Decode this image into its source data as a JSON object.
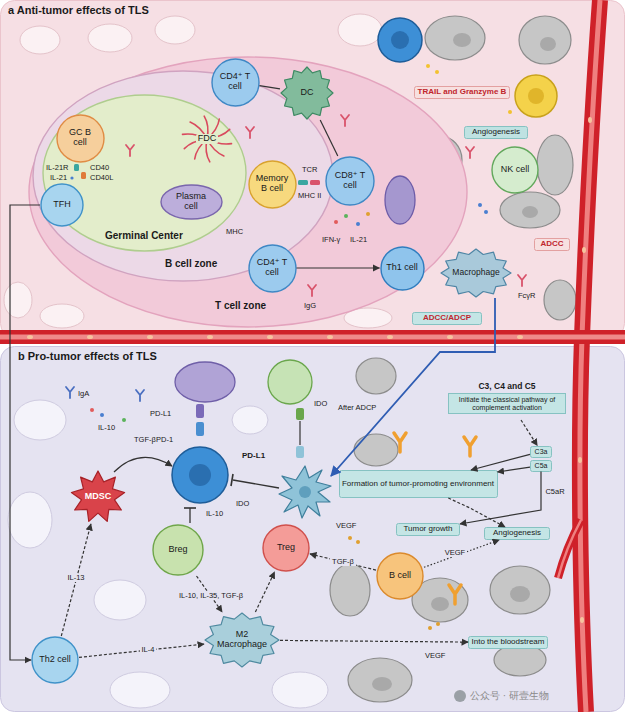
{
  "diagram": {
    "nodes": [
      {
        "text": [
          "a Anti-tumor effects of TLS"
        ]
      },
      {
        "text": [
          "T cell zone"
        ],
        "in": 0
      },
      {
        "text": [
          "B cell zone"
        ],
        "in": 1
      },
      {
        "text": [
          "Germinal Center"
        ],
        "in": 2
      },
      {
        "text": [
          "GC B cell"
        ],
        "in": 3
      },
      {
        "text": [
          "FDC"
        ],
        "in": 3
      },
      {
        "text": [
          "TFH"
        ],
        "in": 3
      },
      {
        "text": [
          "CD4⁺ T cell"
        ],
        "in": 1
      },
      {
        "text": [
          "DC"
        ],
        "in": 1
      },
      {
        "text": [
          "Memory B cell"
        ],
        "in": 2
      },
      {
        "text": [
          "CD8⁺ T cell"
        ],
        "in": 1
      },
      {
        "text": [
          "Plasma cell"
        ],
        "in": 3
      },
      {
        "text": [
          "CD4⁺ T cell"
        ],
        "in": 1
      },
      {
        "text": [
          "Th1 cell"
        ],
        "in": 1
      },
      {
        "text": [
          "TRAIL and Granzyme B"
        ],
        "in": 0
      },
      {
        "text": [
          "Angiogenesis"
        ],
        "in": 0
      },
      {
        "text": [
          "NK cell"
        ],
        "in": 0
      },
      {
        "text": [
          "ADCC"
        ],
        "in": 0
      },
      {
        "text": [
          "Macrophage"
        ],
        "in": 0
      },
      {
        "text": [
          "ADCC/ADCP"
        ],
        "in": 0
      },
      {
        "text": [
          "b Pro-tumor effects of TLS"
        ]
      },
      {
        "text": [
          "C3, C4 and C5",
          "Initiate the classical pathway of complement activation"
        ],
        "in": 20
      },
      {
        "text": [
          "Formation of tumor-promoting environment"
        ],
        "in": 20
      },
      {
        "text": [
          "C3a"
        ],
        "in": 20
      },
      {
        "text": [
          "C5a"
        ],
        "in": 20
      },
      {
        "text": [
          "Tumor growth"
        ],
        "in": 20
      },
      {
        "text": [
          "Angiogenesis"
        ],
        "in": 20
      },
      {
        "text": [
          "MDSC"
        ],
        "in": 20
      },
      {
        "text": [
          "Breg"
        ],
        "in": 20
      },
      {
        "text": [
          "Treg"
        ],
        "in": 20
      },
      {
        "text": [
          "B cell"
        ],
        "in": 20
      },
      {
        "text": [
          "Th2 cell"
        ],
        "in": 20
      },
      {
        "text": [
          "M2 Macrophage"
        ],
        "in": 20
      },
      {
        "text": [
          "Into the bloodstream"
        ],
        "in": 20
      }
    ],
    "edges": [
      {
        "from": 6,
        "to": 31,
        "arrow": "to"
      },
      {
        "from": 12,
        "to": 13,
        "arrow": "to"
      },
      {
        "from": 8,
        "to": 7,
        "arrow": "none"
      },
      {
        "from": 8,
        "to": 10,
        "arrow": "none"
      },
      {
        "from": 21,
        "to": 23,
        "arrow": "to"
      },
      {
        "from": 23,
        "to": 22,
        "arrow": "to"
      },
      {
        "from": 24,
        "to": 22,
        "arrow": "to"
      },
      {
        "from": 24,
        "to": 25,
        "label": "C5aR",
        "arrow": "to"
      },
      {
        "from": 22,
        "to": 26,
        "arrow": "to"
      },
      {
        "from": 31,
        "to": 27,
        "label": "IL-13",
        "arrow": "to"
      },
      {
        "from": 31,
        "to": 32,
        "label": "IL-4",
        "arrow": "to"
      },
      {
        "from": 28,
        "to": 32,
        "label": "IL-10, IL-35, TGF-β",
        "arrow": "to"
      },
      {
        "from": 32,
        "to": 29,
        "arrow": "to"
      },
      {
        "from": 30,
        "to": 29,
        "label": "TGF-β",
        "arrow": "to"
      },
      {
        "from": 30,
        "to": 26,
        "label": "VEGF",
        "arrow": "to"
      },
      {
        "from": 32,
        "to": 33,
        "arrow": "to"
      }
    ],
    "labels": [
      "IL-21R",
      "IL-21",
      "CD40",
      "CD40L",
      "TCR",
      "MHC II",
      "MHC",
      "IFN-γ",
      "IL-21",
      "IgG",
      "FcγR",
      "IgA",
      "IL-10",
      "PD-L1",
      "PD-1",
      "IDO",
      "PD-L1",
      "IDO",
      "TGF-β",
      "IL-10",
      "VEGF",
      "After ADCP",
      "VEGF",
      "公众号 · 研壹生物"
    ]
  }
}
